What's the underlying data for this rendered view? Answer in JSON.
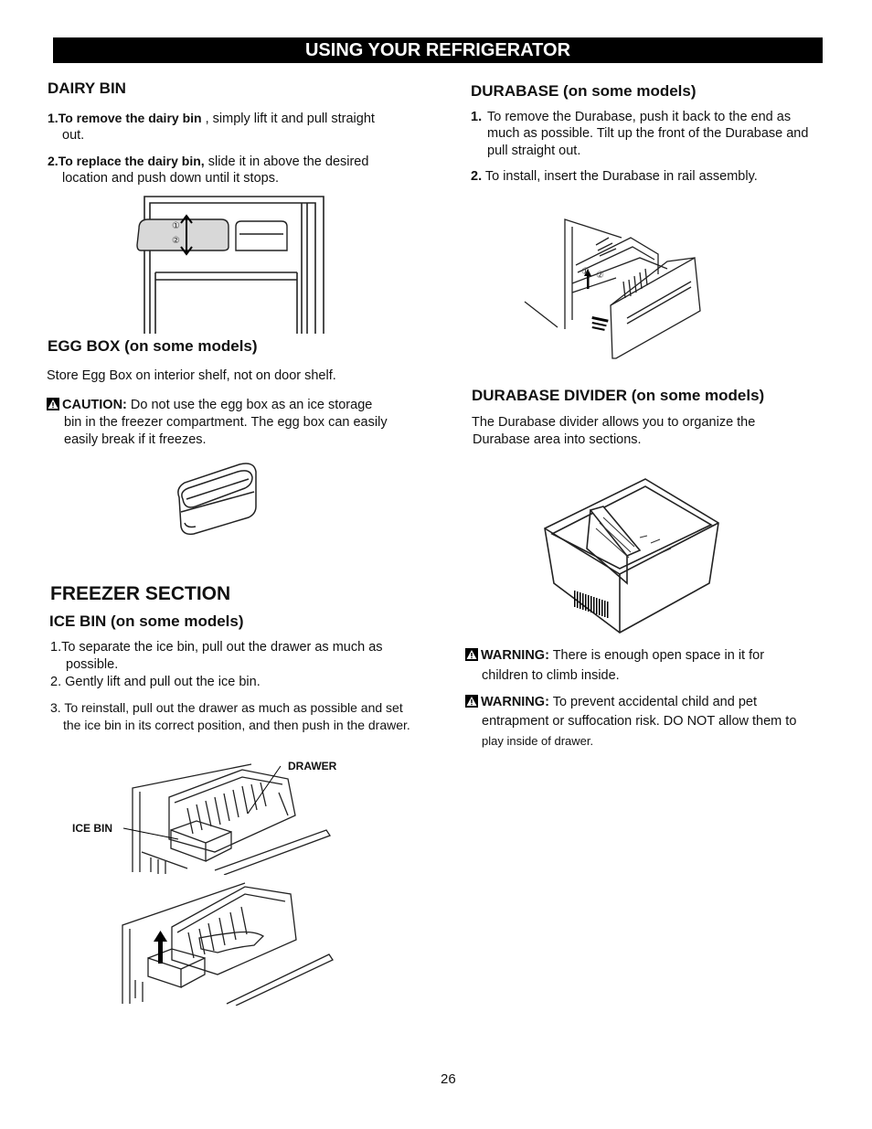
{
  "header": {
    "title": "USING YOUR REFRIGERATOR"
  },
  "dairy_bin": {
    "heading": "DAIRY BIN",
    "step1_bold": "1.To remove the dairy bin",
    "step1_text": " , simply lift it and pull straight",
    "step1_cont": "out.",
    "step2_bold": "2.To replace the dairy bin,",
    "step2_text": "  slide it in above the desired",
    "step2_cont": "location and push down until it stops.",
    "figure_markers": [
      "①",
      "②"
    ]
  },
  "egg_box": {
    "heading": "EGG BOX  (on some models)",
    "text": "Store Egg Box on interior shelf, not on door shelf.",
    "caution_label": "CAUTION:",
    "caution_text": " Do not use the egg box as an ice storage",
    "caution_line2": "bin in the freezer compartment. The egg box can easily",
    "caution_line3": "easily break if it freezes."
  },
  "freezer": {
    "heading": "FREEZER SECTION",
    "ice_bin_heading": "ICE BIN (on some models)",
    "step1": "1.To separate the ice bin, pull out the drawer as much as",
    "step1_cont": "possible.",
    "step2": "2. Gently lift and pull out the ice bin.",
    "step3": "3. To reinstall, pull out the drawer as much as possible and set",
    "step3_cont": "the ice bin in its correct position, and then push in the drawer.",
    "label_drawer": "DRAWER",
    "label_ice_bin": "ICE BIN"
  },
  "durabase": {
    "heading": "DURABASE  (on some models)",
    "step1_num": "1.",
    "step1_l1": "To remove the Durabase, push it back to the end as",
    "step1_l2": "much as possible. Tilt up the front of the Durabase and",
    "step1_l3": "pull straight out.",
    "step2_num": "2.",
    "step2_text": " To install, insert the Durabase in rail assembly.",
    "figure_markers": [
      "①",
      "②"
    ]
  },
  "durabase_divider": {
    "heading": "DURABASE DIVIDER (on some models)",
    "line1": "The Durabase divider allows you to organize the",
    "line2": "Durabase area into sections."
  },
  "warnings": {
    "w1_label": "WARNING:",
    "w1_text": " There is enough open space in it for",
    "w1_cont": "children to climb inside.",
    "w2_label": "WARNING:",
    "w2_text": " To prevent accidental child and pet",
    "w2_cont": "entrapment or suffocation risk. DO NOT allow them to",
    "w2_cont2": "play inside of drawer."
  },
  "footer": {
    "page_number": "26"
  }
}
